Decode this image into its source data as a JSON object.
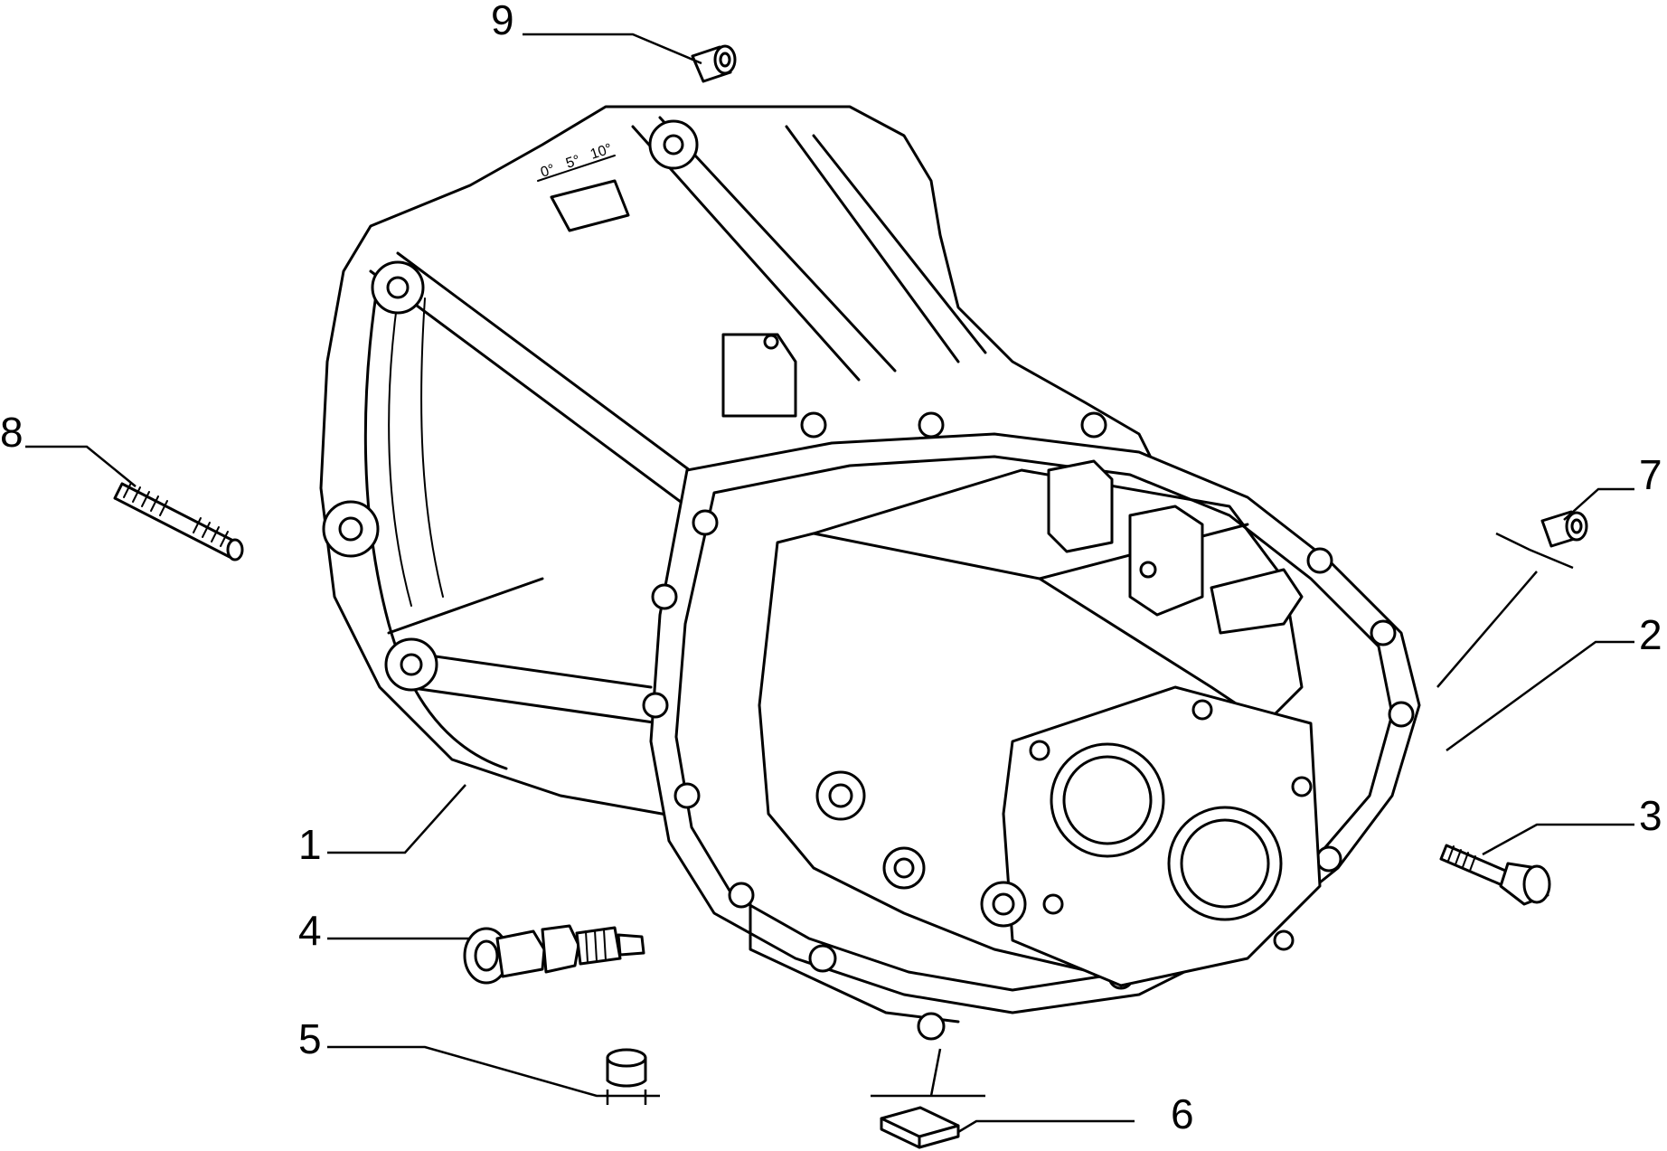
{
  "callouts": [
    {
      "id": "1",
      "label": "1"
    },
    {
      "id": "2",
      "label": "2"
    },
    {
      "id": "3",
      "label": "3"
    },
    {
      "id": "4",
      "label": "4"
    },
    {
      "id": "5",
      "label": "5"
    },
    {
      "id": "6",
      "label": "6"
    },
    {
      "id": "7",
      "label": "7"
    },
    {
      "id": "8",
      "label": "8"
    },
    {
      "id": "9",
      "label": "9"
    }
  ],
  "scale_marks": {
    "a": "0°",
    "b": "5°",
    "c": "10°"
  }
}
